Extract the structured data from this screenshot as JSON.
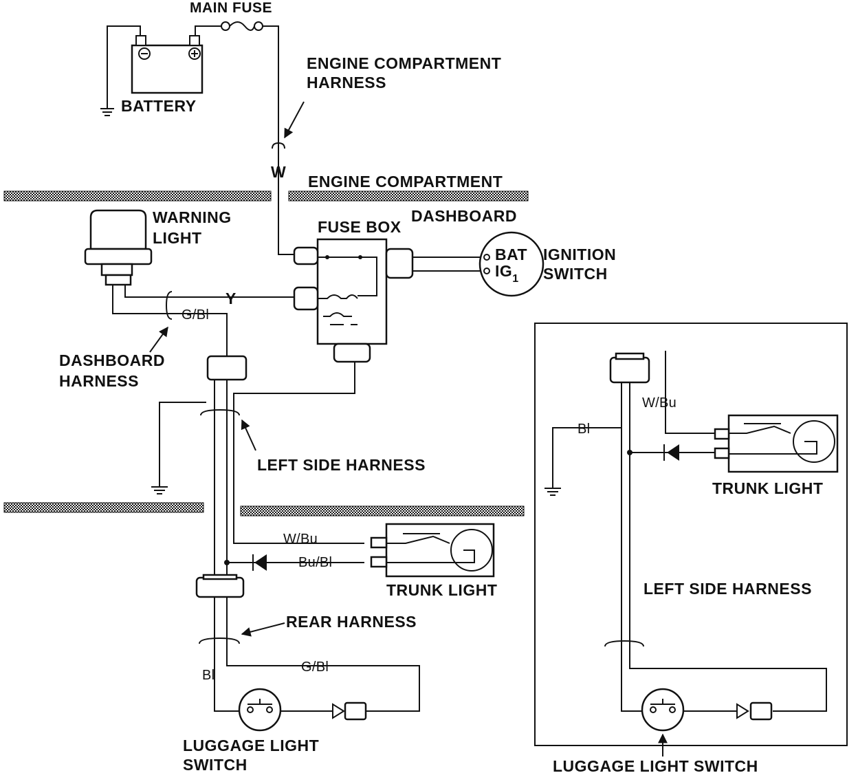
{
  "labels": {
    "main_fuse": "MAIN FUSE",
    "battery": "BATTERY",
    "engine_compartment_harness_1": "ENGINE COMPARTMENT",
    "engine_compartment_harness_2": "HARNESS",
    "engine_compartment": "ENGINE COMPARTMENT",
    "dashboard": "DASHBOARD",
    "warning_light_1": "WARNING",
    "warning_light_2": "LIGHT",
    "fuse_box": "FUSE BOX",
    "bat": "BAT",
    "ig1_main": "IG",
    "ig1_sub": "1",
    "ignition_switch_1": "IGNITION",
    "ignition_switch_2": "SWITCH",
    "dashboard_harness_1": "DASHBOARD",
    "dashboard_harness_2": "HARNESS",
    "left_side_harness": "LEFT SIDE HARNESS",
    "trunk_light": "TRUNK LIGHT",
    "rear_harness": "REAR HARNESS",
    "luggage_light_switch_1": "LUGGAGE LIGHT",
    "luggage_light_switch_2": "SWITCH",
    "inset_trunk_light": "TRUNK LIGHT",
    "inset_left_side_harness": "LEFT SIDE HARNESS",
    "inset_luggage_light_switch": "LUGGAGE LIGHT SWITCH"
  },
  "wire_colors": {
    "w": "W",
    "y": "Y",
    "g_bl": "G/Bl",
    "w_bu": "W/Bu",
    "bu_bl": "Bu/Bl",
    "bl": "Bl",
    "g_bl_rear": "G/Bl",
    "inset_w_bu": "W/Bu",
    "inset_bl": "Bl"
  },
  "colors": {
    "ink": "#111111",
    "paper": "#ffffff"
  }
}
